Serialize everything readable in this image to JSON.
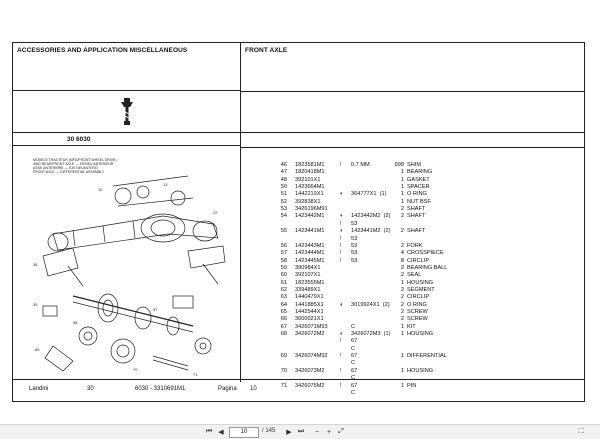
{
  "document": {
    "left_header": "ACCESSORIES AND APPLICATION MISCELLANEOUS",
    "right_header": "FRONT AXLE",
    "group_code": "30  6030",
    "legend_lines": [
      "MODELE  TRACTEUR  (MFD/FRONT WHEEL DRIVE)",
      "4WD  REAR/FRONT AXLE  —  ESSIEU ANTERIEUR",
      "ASSE  ANTERIORE  —  EJE DELANTERO",
      "FRONT AXLE  —  DIFFERENTIAL ASSEMBLY"
    ],
    "parts": [
      {
        "num": "46",
        "pn": "1823581M1",
        "sym": "!",
        "ref": "0,7 MM.",
        "qty": "999",
        "desc": "SHIM"
      },
      {
        "num": "47",
        "pn": "1820418M1",
        "sym": "",
        "ref": "",
        "qty": "1",
        "desc": "BEARING"
      },
      {
        "num": "48",
        "pn": "392101X1",
        "sym": "",
        "ref": "",
        "qty": "1",
        "desc": "GASKET"
      },
      {
        "num": "50",
        "pn": "1423664M1",
        "sym": "",
        "ref": "",
        "qty": "1",
        "desc": "SPACER"
      },
      {
        "num": "51",
        "pn": "1442219X1",
        "sym": "◐",
        "ref": "364777X1  (1)",
        "qty": "1",
        "desc": "O RING"
      },
      {
        "num": "52",
        "pn": "392838X1",
        "sym": "",
        "ref": "",
        "qty": "1",
        "desc": "NUT BSF"
      },
      {
        "num": "53",
        "pn": "3426196M91",
        "sym": "",
        "ref": "",
        "qty": "2",
        "desc": "SHAFT"
      },
      {
        "num": "54",
        "pn": "1423442M1",
        "sym": "◐",
        "ref": "1423442M2  (2)",
        "qty": "2",
        "desc": "SHAFT"
      },
      {
        "num": "",
        "pn": "",
        "sym": "!",
        "ref": "53",
        "qty": "",
        "desc": ""
      },
      {
        "num": "55",
        "pn": "1423441M1",
        "sym": "◐",
        "ref": "1423441M2  (2)",
        "qty": "2",
        "desc": "SHAFT"
      },
      {
        "num": "",
        "pn": "",
        "sym": "!",
        "ref": "53",
        "qty": "",
        "desc": ""
      },
      {
        "num": "56",
        "pn": "1423443M1",
        "sym": "!",
        "ref": "53",
        "qty": "2",
        "desc": "FORK"
      },
      {
        "num": "57",
        "pn": "1423444M1",
        "sym": "!",
        "ref": "53",
        "qty": "4",
        "desc": "CROSSPIECE"
      },
      {
        "num": "58",
        "pn": "1423445M1",
        "sym": "!",
        "ref": "53",
        "qty": "8",
        "desc": "CIRCLIP"
      },
      {
        "num": "59",
        "pn": "390984X1",
        "sym": "",
        "ref": "",
        "qty": "2",
        "desc": "BEARING BALL"
      },
      {
        "num": "60",
        "pn": "392107X1",
        "sym": "",
        "ref": "",
        "qty": "2",
        "desc": "SEAL"
      },
      {
        "num": "61",
        "pn": "1823555M1",
        "sym": "",
        "ref": "",
        "qty": "1",
        "desc": "HOUSING"
      },
      {
        "num": "62",
        "pn": "339489X1",
        "sym": "",
        "ref": "",
        "qty": "2",
        "desc": "SEGMENT"
      },
      {
        "num": "63",
        "pn": "1440479X1",
        "sym": "",
        "ref": "",
        "qty": "2",
        "desc": "CIRCLIP"
      },
      {
        "num": "64",
        "pn": "1441885X1",
        "sym": "◐",
        "ref": "3019924X1  (2)",
        "qty": "2",
        "desc": "O RING"
      },
      {
        "num": "65",
        "pn": "1442544X1",
        "sym": "",
        "ref": "",
        "qty": "2",
        "desc": "SCREW"
      },
      {
        "num": "66",
        "pn": "3000021X1",
        "sym": "",
        "ref": "",
        "qty": "2",
        "desc": "SCREW"
      },
      {
        "num": "67",
        "pn": "3426071M93",
        "sym": "",
        "ref": "C",
        "qty": "1",
        "desc": "KIT"
      },
      {
        "num": "68",
        "pn": "3426072M2",
        "sym": "◐",
        "ref": "3426072M3  (1)",
        "qty": "1",
        "desc": "HOUSING"
      },
      {
        "num": "",
        "pn": "",
        "sym": "!",
        "ref": "67",
        "qty": "",
        "desc": ""
      },
      {
        "num": "",
        "pn": "",
        "sym": "",
        "ref": "C",
        "qty": "",
        "desc": ""
      },
      {
        "num": "69",
        "pn": "3426074M92",
        "sym": "!",
        "ref": "67",
        "qty": "1",
        "desc": "DIFFERENTIAL"
      },
      {
        "num": "",
        "pn": "",
        "sym": "",
        "ref": "C",
        "qty": "",
        "desc": ""
      },
      {
        "num": "70",
        "pn": "3426073M2",
        "sym": "!",
        "ref": "67",
        "qty": "1",
        "desc": "HOUSING"
      },
      {
        "num": "",
        "pn": "",
        "sym": "",
        "ref": "C",
        "qty": "",
        "desc": ""
      },
      {
        "num": "71",
        "pn": "3426075M2",
        "sym": "!",
        "ref": "67",
        "qty": "1",
        "desc": "PIN"
      },
      {
        "num": "",
        "pn": "",
        "sym": "",
        "ref": "C",
        "qty": "",
        "desc": ""
      }
    ],
    "footer": {
      "brand": "Landini",
      "model": "30",
      "catalog": "6030 - 3310691M1",
      "page_label": "Pagina",
      "page_number": "10"
    }
  },
  "viewer": {
    "current_page": "10",
    "total_pages": "/ 145",
    "icons": [
      "first-page-icon",
      "prev-page-icon",
      "next-page-icon",
      "last-page-icon",
      "zoom-out-icon",
      "zoom-in-icon",
      "fit-icon",
      "fullscreen-icon"
    ]
  }
}
